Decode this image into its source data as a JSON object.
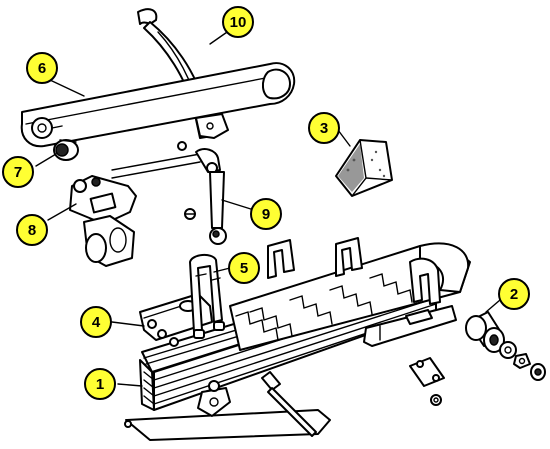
{
  "diagram": {
    "callout_fill": "#ffff33",
    "callout_stroke": "#000000",
    "callouts": [
      {
        "id": "c1",
        "label": "1"
      },
      {
        "id": "c2",
        "label": "2"
      },
      {
        "id": "c3",
        "label": "3"
      },
      {
        "id": "c4",
        "label": "4"
      },
      {
        "id": "c5",
        "label": "5"
      },
      {
        "id": "c6",
        "label": "6"
      },
      {
        "id": "c7",
        "label": "7"
      },
      {
        "id": "c8",
        "label": "8"
      },
      {
        "id": "c9",
        "label": "9"
      },
      {
        "id": "c10",
        "label": "10"
      }
    ]
  }
}
